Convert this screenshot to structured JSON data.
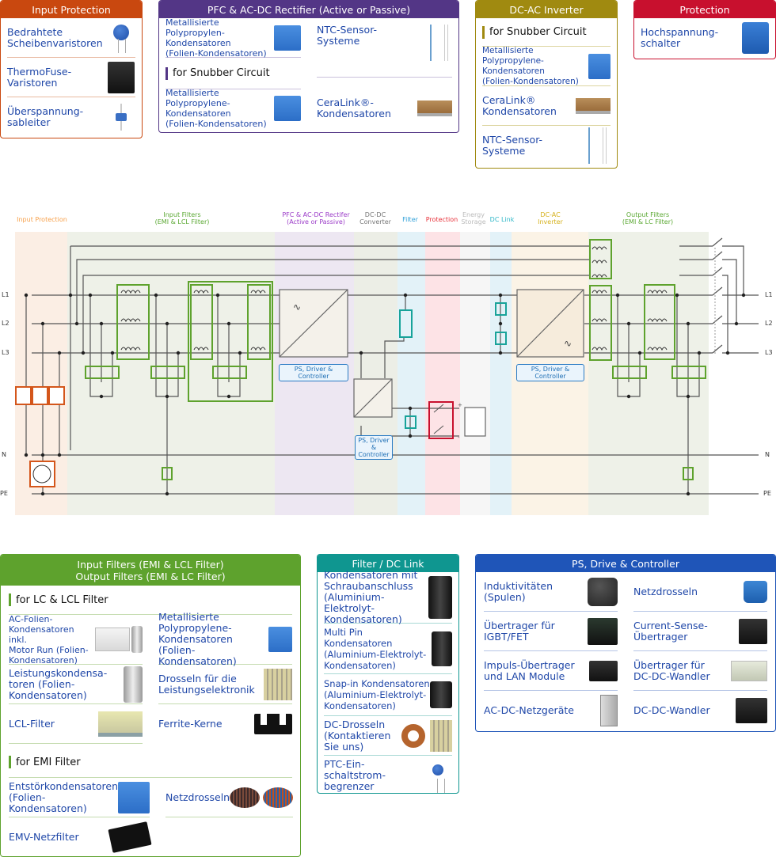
{
  "top_panels": {
    "input_protection": {
      "title": "Input Protection",
      "color": "#c9480f",
      "items": [
        {
          "label": "Bedrahtete\nScheibenvaristoren",
          "icon": "disc-varistor-icon"
        },
        {
          "label": "ThermoFuse-\nVaristoren",
          "icon": "thermofuse-varistor-icon"
        },
        {
          "label": "Überspannung-\nsableiter",
          "icon": "surge-arrester-icon"
        }
      ]
    },
    "pfc": {
      "title": "PFC & AC-DC Rectifier (Active or Passive)",
      "color": "#533686",
      "items_left": [
        {
          "label": "Metallisierte Polypropylen-\nKondensatoren\n(Folien-Kondensatoren)",
          "icon": "film-capacitor-icon"
        }
      ],
      "items_right": [
        {
          "label": "NTC-Sensor-\nSysteme",
          "icon": "ntc-sensor-icon"
        }
      ],
      "subhead": "for Snubber Circuit",
      "snubber_left": [
        {
          "label": "Metallisierte Polypropylene-\nKondensatoren\n(Folien-Kondensatoren)",
          "icon": "snubber-capacitor-icon"
        }
      ],
      "snubber_right": [
        {
          "label": "CeraLink®-\nKondensatoren",
          "icon": "ceralink-capacitor-icon"
        }
      ]
    },
    "dcac": {
      "title": "DC-AC Inverter",
      "color": "#a08a10",
      "subhead": "for Snubber Circuit",
      "items": [
        {
          "label": "Metallisierte\nPolypropylene-Kondensatoren\n(Folien-Kondensatoren)",
          "icon": "snubber-capacitor-icon"
        },
        {
          "label": "CeraLink®\nKondensatoren",
          "icon": "ceralink-capacitor-icon"
        },
        {
          "label": "NTC-Sensor-\nSysteme",
          "icon": "ntc-sensor-icon"
        }
      ]
    },
    "protection": {
      "title": "Protection",
      "color": "#c8102e",
      "items": [
        {
          "label": "Hochspannung-\nschalter",
          "icon": "high-voltage-switch-icon"
        }
      ]
    }
  },
  "diagram": {
    "sections": [
      {
        "label": "Input Protection",
        "color": "#f7a04a"
      },
      {
        "label": "Input Filters\n(EMI & LCL Filter)",
        "color": "#5aa832"
      },
      {
        "label": "PFC & AC-DC Rectifer\n(Active or Passive)",
        "color": "#9b3bc8"
      },
      {
        "label": "DC-DC\nConverter",
        "color": "#777777"
      },
      {
        "label": "Filter",
        "color": "#2fa0d8"
      },
      {
        "label": "Protection",
        "color": "#e8313a"
      },
      {
        "label": "Energy\nStorage",
        "color": "#bbbbbb"
      },
      {
        "label": "DC Link",
        "color": "#2fb7c8"
      },
      {
        "label": "DC-AC\nInverter",
        "color": "#d6b21e"
      },
      {
        "label": "Output Filters\n(EMI & LC Filter)",
        "color": "#5aa832"
      }
    ],
    "left_nodes": [
      "L1",
      "L2",
      "L3",
      "N",
      "PE"
    ],
    "right_nodes": [
      "L1",
      "L2",
      "L3",
      "N",
      "PE"
    ],
    "ps_tags": {
      "pfc": "PS, Driver & Controller",
      "dcdc": "PS, Driver &\nController",
      "inverter": "PS, Driver & Controller"
    }
  },
  "bottom_panels": {
    "filters": {
      "title_line1": "Input Filters (EMI & LCL Filter)",
      "title_line2": "Output Filters (EMI & LC Filter)",
      "color": "#5ea22d",
      "subhead_lc": "for LC & LCL Filter",
      "lc_items": [
        {
          "label": "AC-Folien-\nKondensatoren inkl.\nMotor Run (Folien-\nKondensatoren)",
          "icon": "ac-film-capacitor-icon",
          "narrow": true
        },
        {
          "label": "Metallisierte\nPolypropylene-\nKondensatoren\n(Folien-Kondensatoren)",
          "icon": "film-capacitor-icon"
        },
        {
          "label": "Leistungskondensa-\ntoren (Folien-\nKondensatoren)",
          "icon": "power-capacitor-icon"
        },
        {
          "label": "Drosseln für die\nLeistungselektronik",
          "icon": "power-choke-icon"
        },
        {
          "label": "LCL-Filter",
          "icon": "lcl-filter-icon"
        },
        {
          "label": "Ferrite-Kerne",
          "icon": "ferrite-core-icon"
        }
      ],
      "subhead_emi": "for EMI Filter",
      "emi_items": [
        {
          "label": "Entstörkondensatoren\n(Folien-\nKondensatoren)",
          "icon": "emi-capacitor-icon"
        },
        {
          "label": "Netzdrosseln",
          "icon": "line-choke-icon"
        },
        {
          "label": "EMV-Netzfilter",
          "icon": "emc-line-filter-icon"
        }
      ]
    },
    "dclink": {
      "title": "Filter / DC Link",
      "color": "#0f9690",
      "items": [
        {
          "label": "Kondensatoren mit\nSchraubanschluss\n(Aluminium-Elektrolyt-\nKondensatoren)",
          "icon": "screw-terminal-capacitor-icon"
        },
        {
          "label": "Multi Pin Kondensatoren\n(Aluminium-Elektrolyt-\nKondensatoren)",
          "icon": "multi-pin-capacitor-icon"
        },
        {
          "label": "Snap-in Kondensatoren\n(Aluminium-Elektrolyt-\nKondensatoren)",
          "icon": "snap-in-capacitor-icon"
        },
        {
          "label": "DC-Drosseln\n(Kontaktieren\nSie uns)",
          "icon": "dc-choke-icon"
        },
        {
          "label": "PTC-Ein-\nschaltstrom-\nbegrenzer",
          "icon": "ptc-limiter-icon"
        }
      ]
    },
    "ps": {
      "title": "PS, Drive & Controller",
      "color": "#1f55b8",
      "items": [
        {
          "label": "Induktivitäten\n(Spulen)",
          "icon": "inductor-icon"
        },
        {
          "label": "Netzdrosseln",
          "icon": "line-choke-icon"
        },
        {
          "label": "Übertrager für\nIGBT/FET",
          "icon": "igbt-transformer-icon"
        },
        {
          "label": "Current-Sense-\nÜbertrager",
          "icon": "current-sense-transformer-icon"
        },
        {
          "label": "Impuls-Übertrager\nund LAN Module",
          "icon": "pulse-transformer-icon"
        },
        {
          "label": "Übertrager für\nDC-DC-Wandler",
          "icon": "dcdc-transformer-icon"
        },
        {
          "label": "AC-DC-Netzgeräte",
          "icon": "acdc-power-supply-icon"
        },
        {
          "label": "DC-DC-Wandler",
          "icon": "dcdc-converter-icon"
        }
      ]
    }
  }
}
